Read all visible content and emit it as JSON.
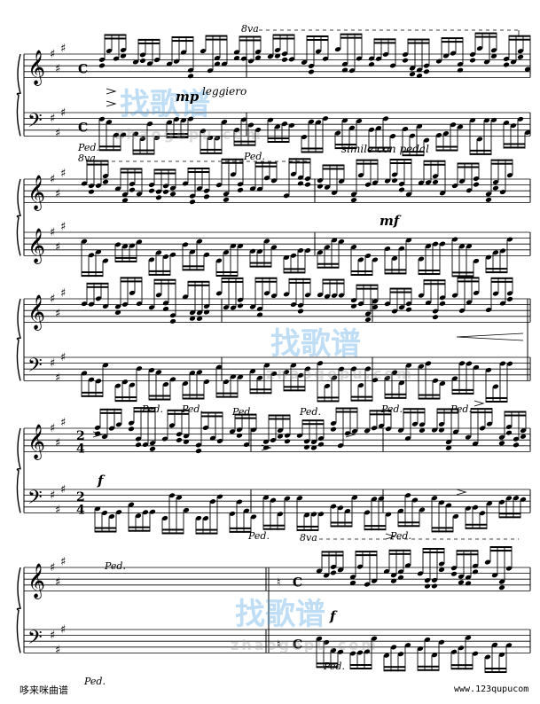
{
  "score": {
    "time_signature_common": "C",
    "time_signature_2_4": [
      "2",
      "4"
    ],
    "octave_mark": "8va",
    "pedal_mark": "Ped.",
    "dynamics": {
      "mp": "mp",
      "mf": "mf",
      "f": "f"
    },
    "expressions": {
      "leggiero": "leggiero",
      "simile": "simile con pedal"
    }
  },
  "watermark": {
    "chinese": "找歌谱",
    "url": "zhaogepu.com"
  },
  "footer": {
    "left": "哆来咪曲谱",
    "right": "www.123qupucom"
  },
  "colors": {
    "ink": "#000000",
    "watermark_orange": "#f5a25a",
    "watermark_blue": "#4aa3e8"
  }
}
